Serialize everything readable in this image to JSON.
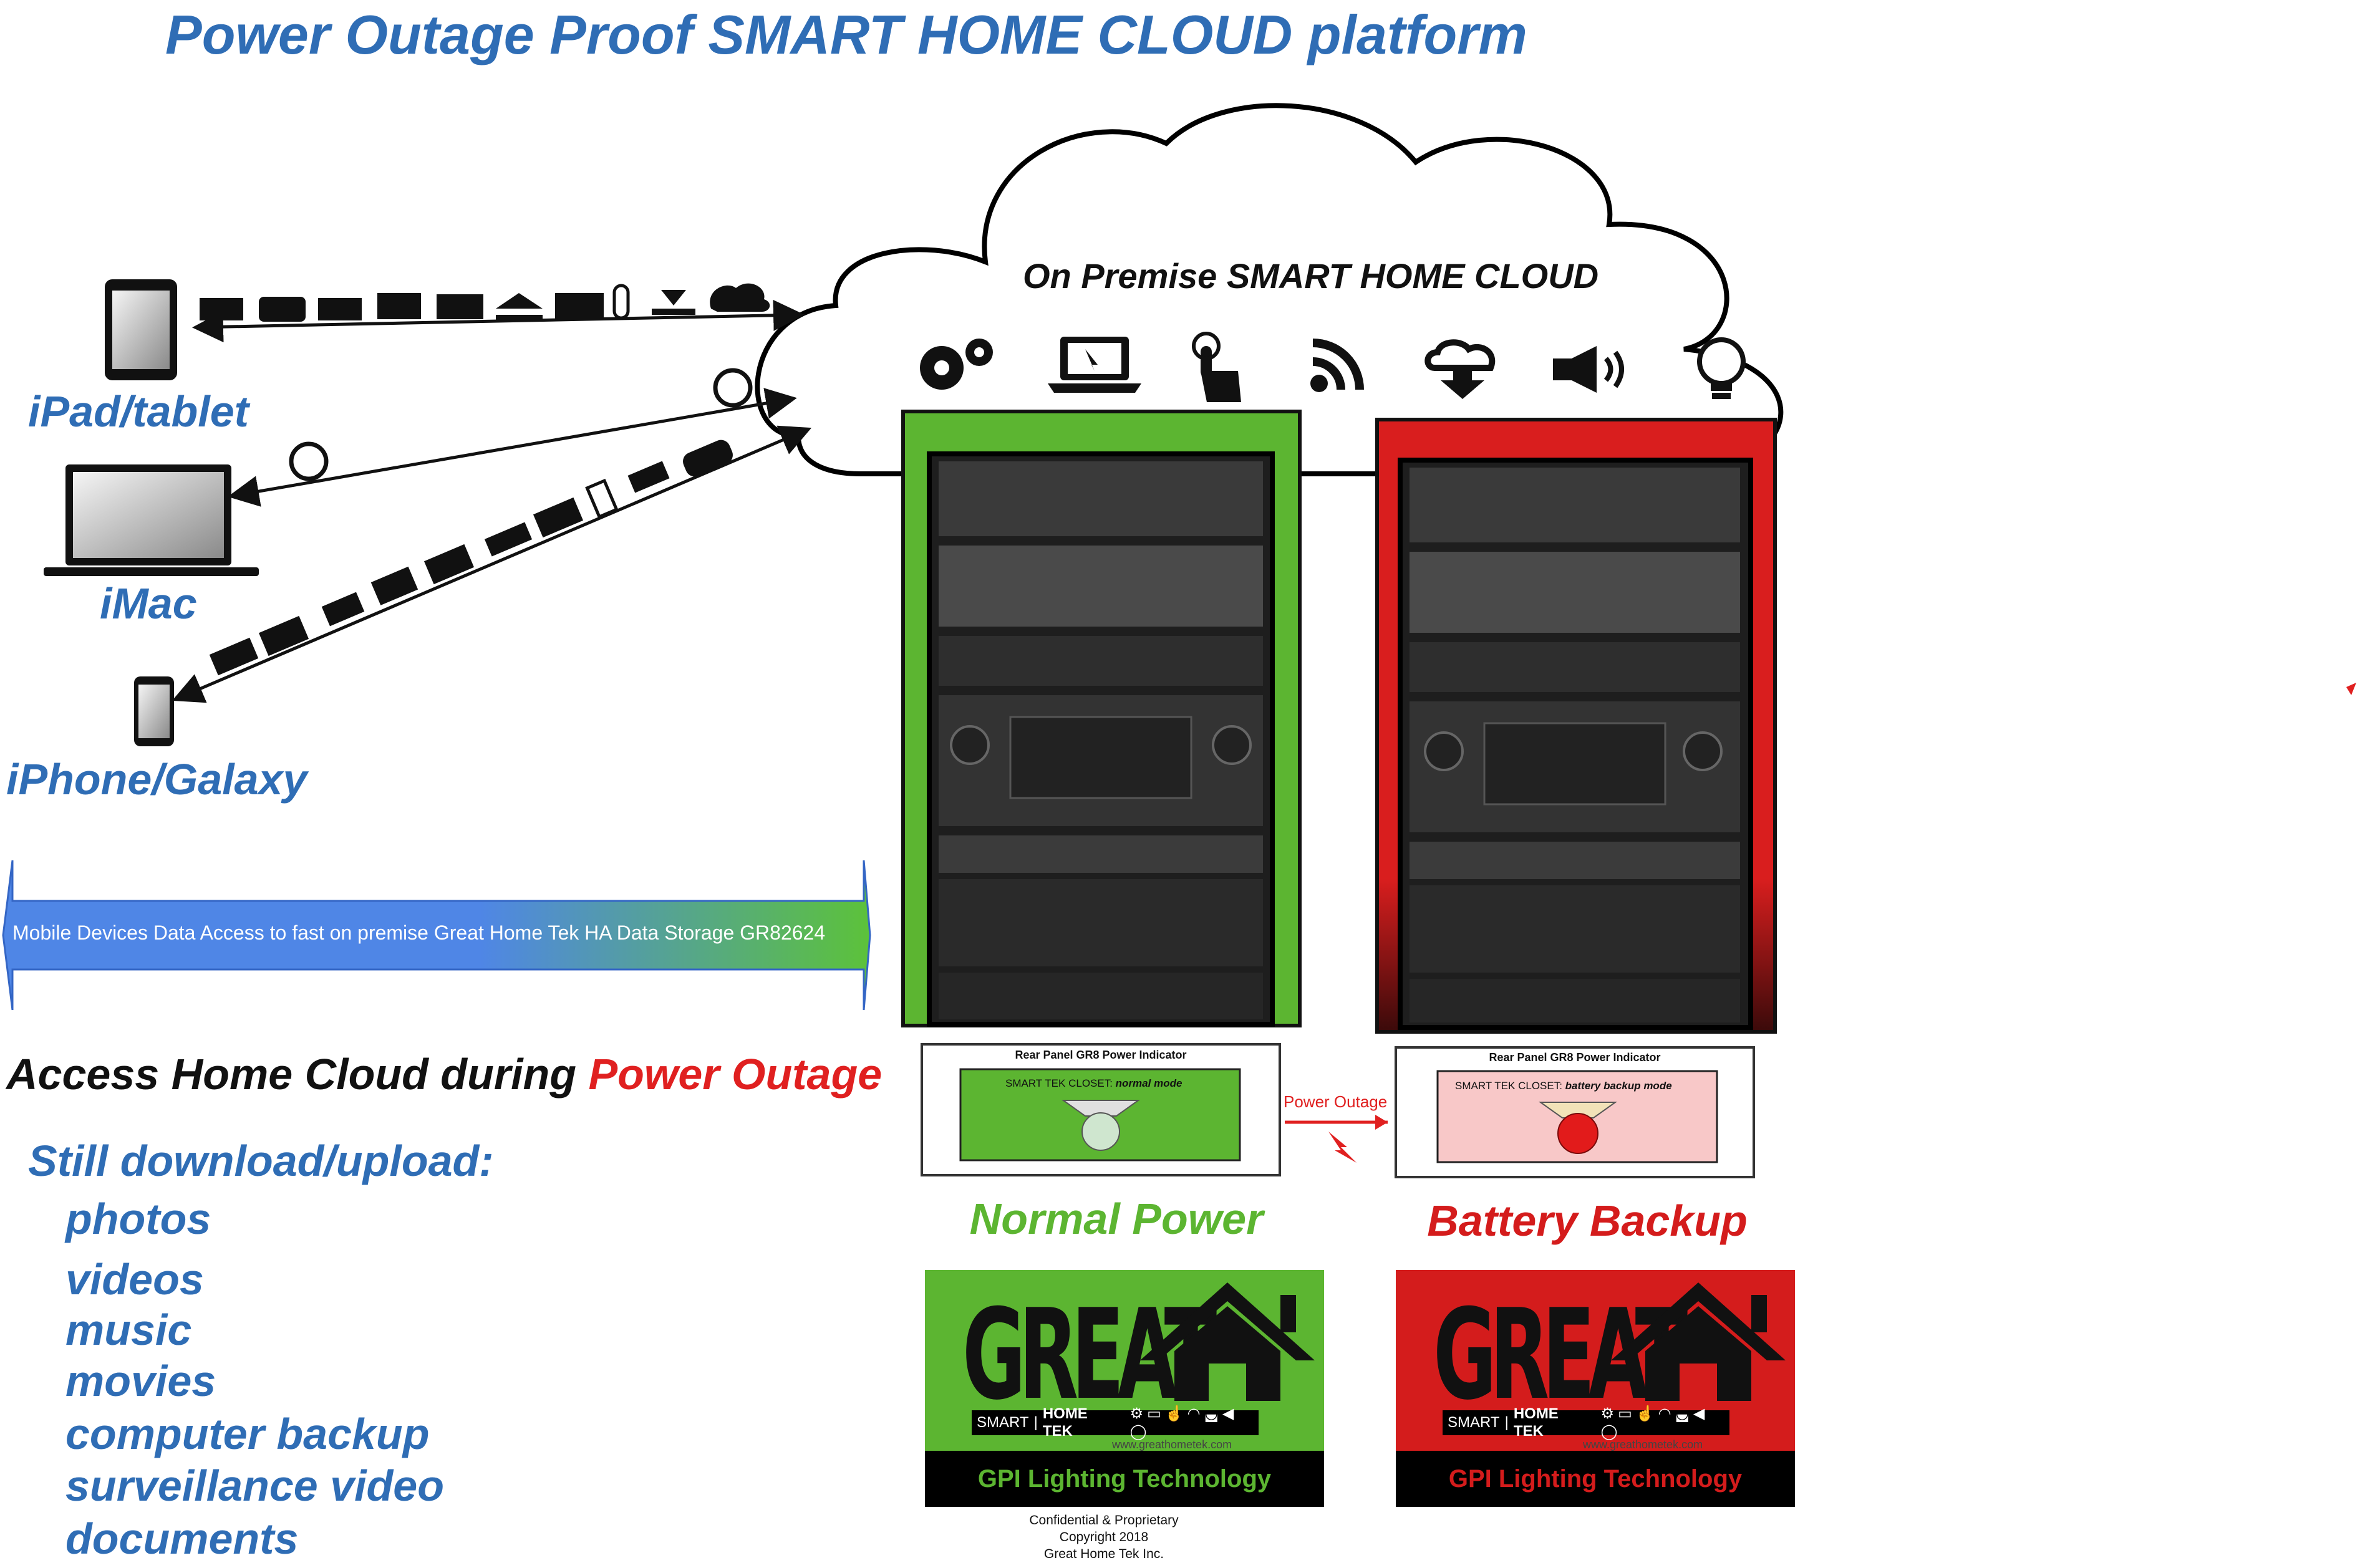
{
  "title": "Power Outage Proof SMART HOME CLOUD platform",
  "devices": {
    "ipad": "iPad/tablet",
    "imac": "iMac",
    "iphone": "iPhone/Galaxy"
  },
  "cloud": {
    "title": "On Premise SMART HOME CLOUD",
    "icons": [
      "gears-icon",
      "laptop-cursor-icon",
      "touch-hand-icon",
      "rss-feed-icon",
      "cloud-download-icon",
      "speaker-icon",
      "lightbulb-icon"
    ]
  },
  "transfer_icons": [
    "image-icon",
    "camera-icon",
    "music-list-icon",
    "add-media-icon",
    "film-icon",
    "upload-icon",
    "clapper-icon",
    "paperclip-icon",
    "download-icon",
    "cloud-upload-icon"
  ],
  "banner": "Mobile Devices Data Access to fast on premise Great Home Tek HA Data Storage GR82624",
  "access": {
    "prefix": "Access Home Cloud during ",
    "highlight": "Power Outage"
  },
  "still": "Still download/upload:",
  "list": [
    "photos",
    "videos",
    "music",
    "movies",
    "computer backup",
    "surveillance video",
    "documents"
  ],
  "panels": {
    "normal": {
      "title": "Rear Panel GR8 Power Indicator",
      "status_prefix": "SMART TEK CLOSET: ",
      "status_mode": "normal mode",
      "label": "Normal Power"
    },
    "battery": {
      "title": "Rear Panel GR8 Power Indicator",
      "status_prefix": "SMART TEK CLOSET: ",
      "status_mode": "battery backup mode",
      "label": "Battery Backup"
    },
    "outage_arrow": "Power Outage"
  },
  "logo": {
    "great": "GREAT",
    "smart": "SMART",
    "home_tek": "HOME TEK",
    "www": "www.greathometek.com",
    "tagline": "GPI Lighting Technology"
  },
  "footer": {
    "line1": "Confidential & Proprietary",
    "line2": "Copyright 2018",
    "line3": "Great Home Tek Inc."
  },
  "colors": {
    "blue": "#2f6db5",
    "green": "#5cb531",
    "red": "#d41c1c"
  }
}
